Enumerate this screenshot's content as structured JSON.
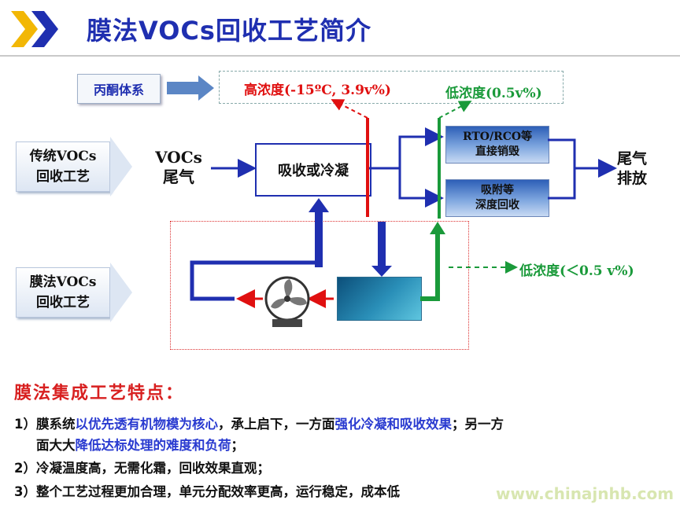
{
  "title": "膜法VOCs回收工艺简介",
  "side_labels": {
    "traditional": "传统VOCs\n回收工艺",
    "membrane": "膜法VOCs\n回收工艺"
  },
  "acetone_label": "丙酮体系",
  "high_conc": "高浓度(-15ºC, 3.9v%)",
  "low_conc_top": "低浓度(0.5v%)",
  "voc_input": "VOCs\n尾气",
  "absorb_unit": "吸收或冷凝",
  "unit_rto": "RTO/RCO等\n直接销毁",
  "unit_adsorb": "吸附等\n深度回收",
  "exhaust": "尾气\n排放",
  "low_conc_bottom": "低浓度(＜0.5 v%)",
  "features_title": "膜法集成工艺特点：",
  "features": {
    "l1a": "1）膜系统",
    "l1b": "以优先透有机物模为核心",
    "l1c": "，承上启下，一方面",
    "l1d": "强化冷凝和吸收效果",
    "l1e": "；另一方",
    "l1f": "面大大",
    "l1g": "降低达标处理的难度和负荷",
    "l1h": "；",
    "l2": "2）冷凝温度高，无需化霜，回收效果直观；",
    "l3": "3）整个工艺过程更加合理，单元分配效率更高，运行稳定，成本低"
  },
  "watermark": "www.chinajnhb.com",
  "colors": {
    "title": "#1f2fb0",
    "high": "#e01010",
    "low": "#1a9a3a",
    "flow": "#1f2fb0"
  },
  "icons": [
    "double-chevron-logo-icon",
    "fan-icon",
    "membrane-module-icon"
  ]
}
